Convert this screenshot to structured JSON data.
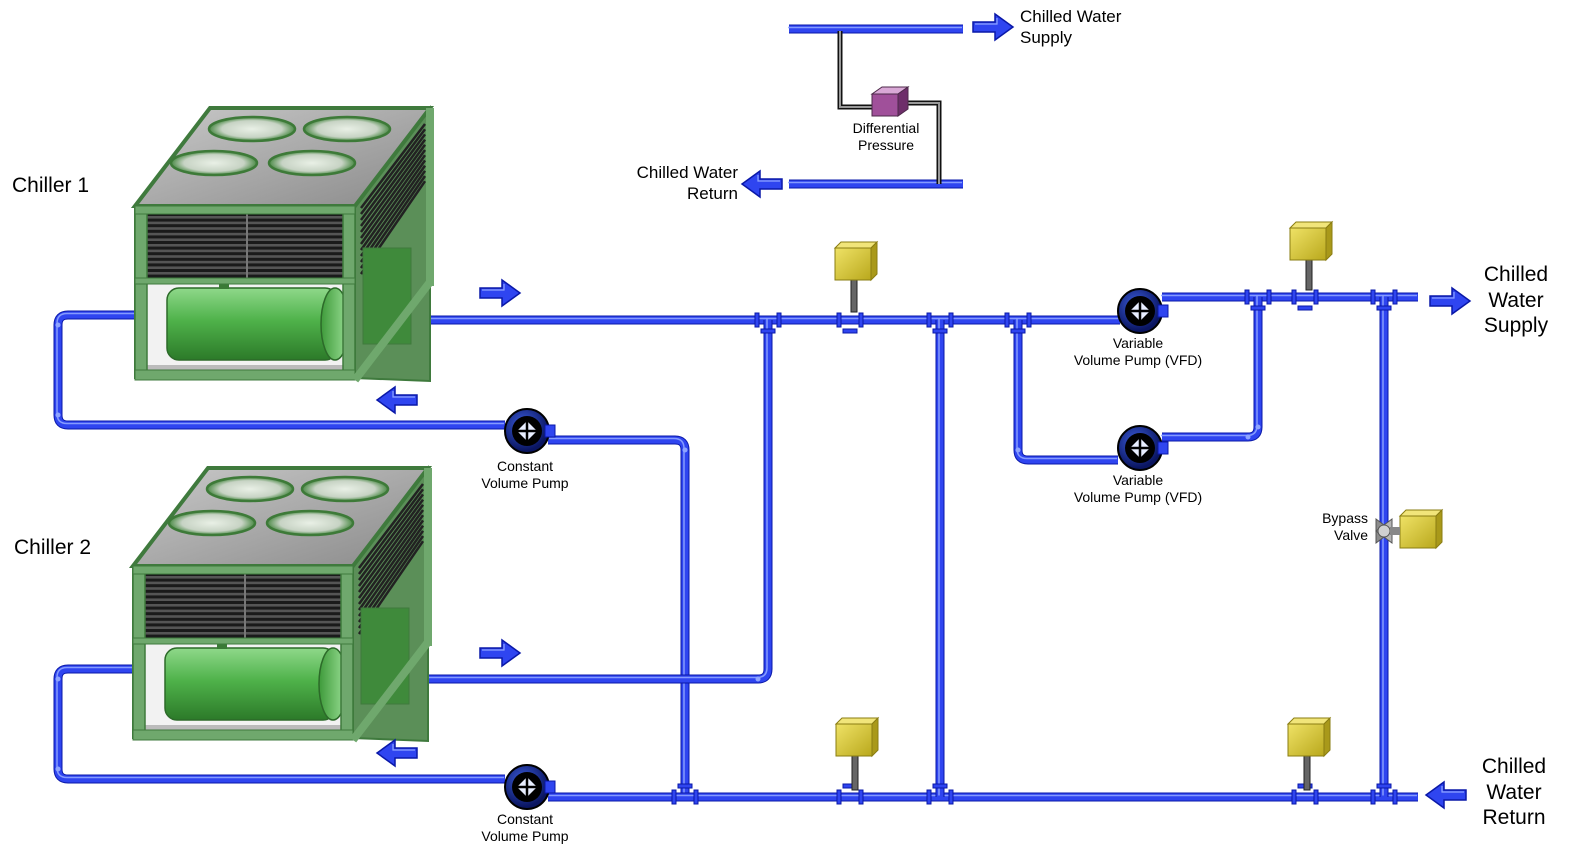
{
  "labels": {
    "chiller1": "Chiller 1",
    "chiller2": "Chiller 2",
    "dp_supply": [
      "Chilled Water",
      "Supply"
    ],
    "dp_return": [
      "Chilled Water",
      "Return"
    ],
    "dp_sensor": [
      "Differential",
      "Pressure"
    ],
    "cv_pump_1": [
      "Constant",
      "Volume Pump"
    ],
    "cv_pump_2": [
      "Constant",
      "Volume Pump"
    ],
    "vfd_pump_1": [
      "Variable",
      "Volume Pump (VFD)"
    ],
    "vfd_pump_2": [
      "Variable",
      "Volume Pump (VFD)"
    ],
    "bypass_valve": [
      "Bypass",
      "Valve"
    ],
    "main_supply": [
      "Chilled",
      "Water",
      "Supply"
    ],
    "main_return": [
      "Chilled",
      "Water",
      "Return"
    ]
  },
  "colors": {
    "pipe": "#2f45f0",
    "pipe_dark": "#0a18a8",
    "pipe_light": "#8fa4ff",
    "chiller_frame": "#6fa86d",
    "chiller_frame_dark": "#3f7a3d",
    "tank": "#4fb24a",
    "sensor": "#d8c92c",
    "dp_sensor": "#a0509a",
    "valve": "#9a9a9a",
    "pump": "#0e1f78"
  }
}
